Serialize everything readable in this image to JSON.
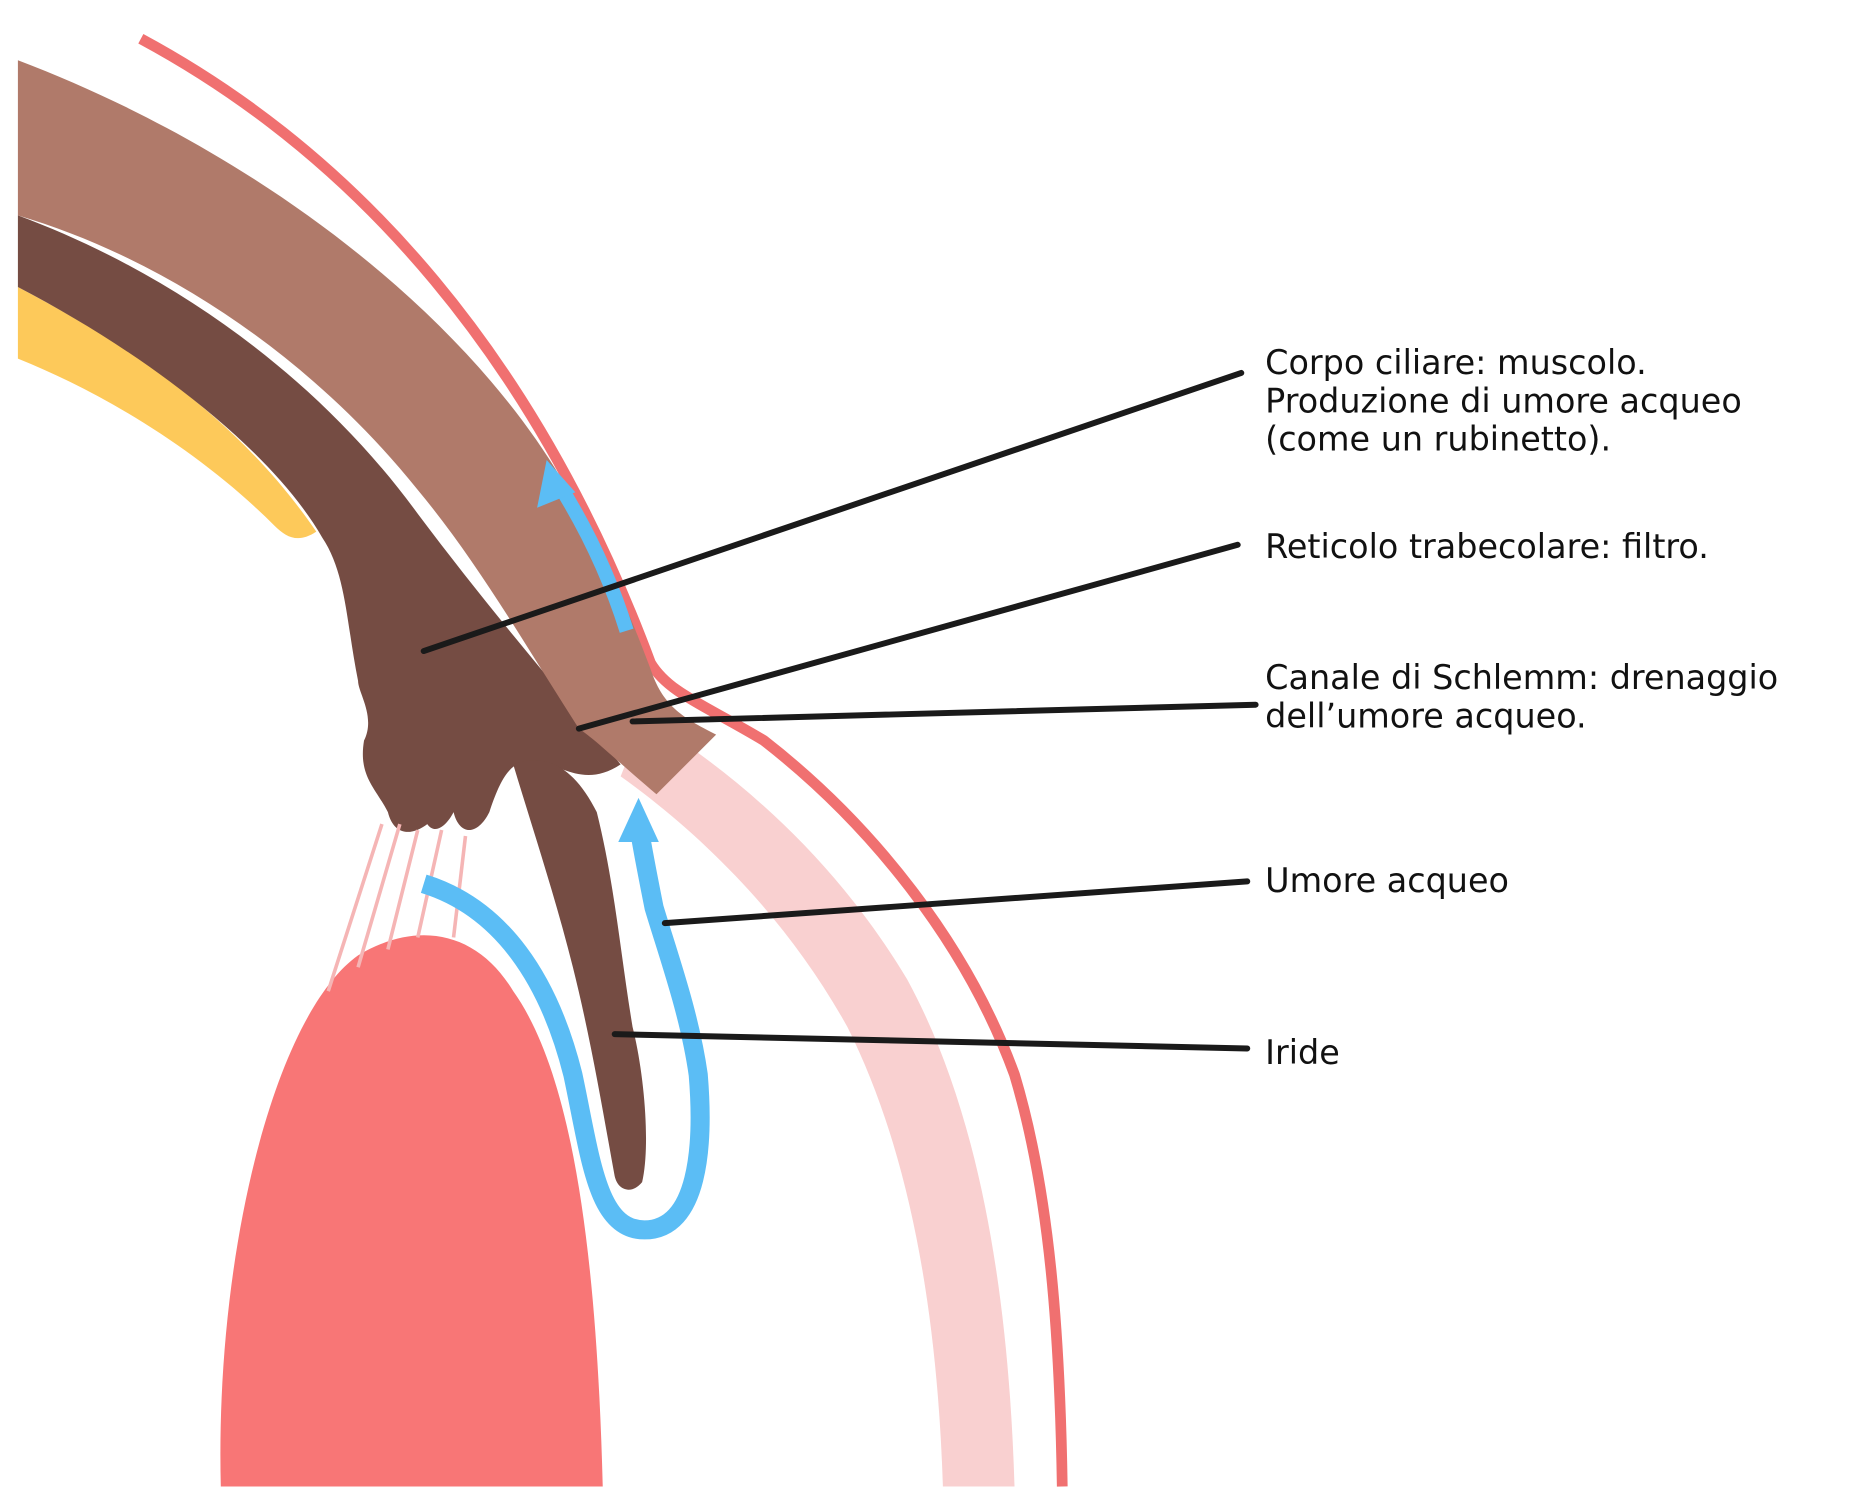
{
  "labels": {
    "ciliary_body": [
      "Corpo ciliare: muscolo.",
      "Produzione di umore acqueo",
      "(come un rubinetto)."
    ],
    "trabecular": [
      "Reticolo trabecolare: filtro."
    ],
    "schlemm": [
      "Canale di Schlemm: drenaggio",
      "dell’umore acqueo."
    ],
    "aqueous": [
      "Umore acqueo"
    ],
    "iris": [
      "Iride"
    ]
  },
  "colors": {
    "sclera_line": "#f07070",
    "sclera_band": "#f9d0d0",
    "choroid_light": "#b07a6a",
    "choroid_dark": "#754c43",
    "retina_yellow": "#fdc95a",
    "lens": "#f87676",
    "aqueous_flow": "#5bbdf5",
    "leader_line": "#1a1a1a"
  }
}
